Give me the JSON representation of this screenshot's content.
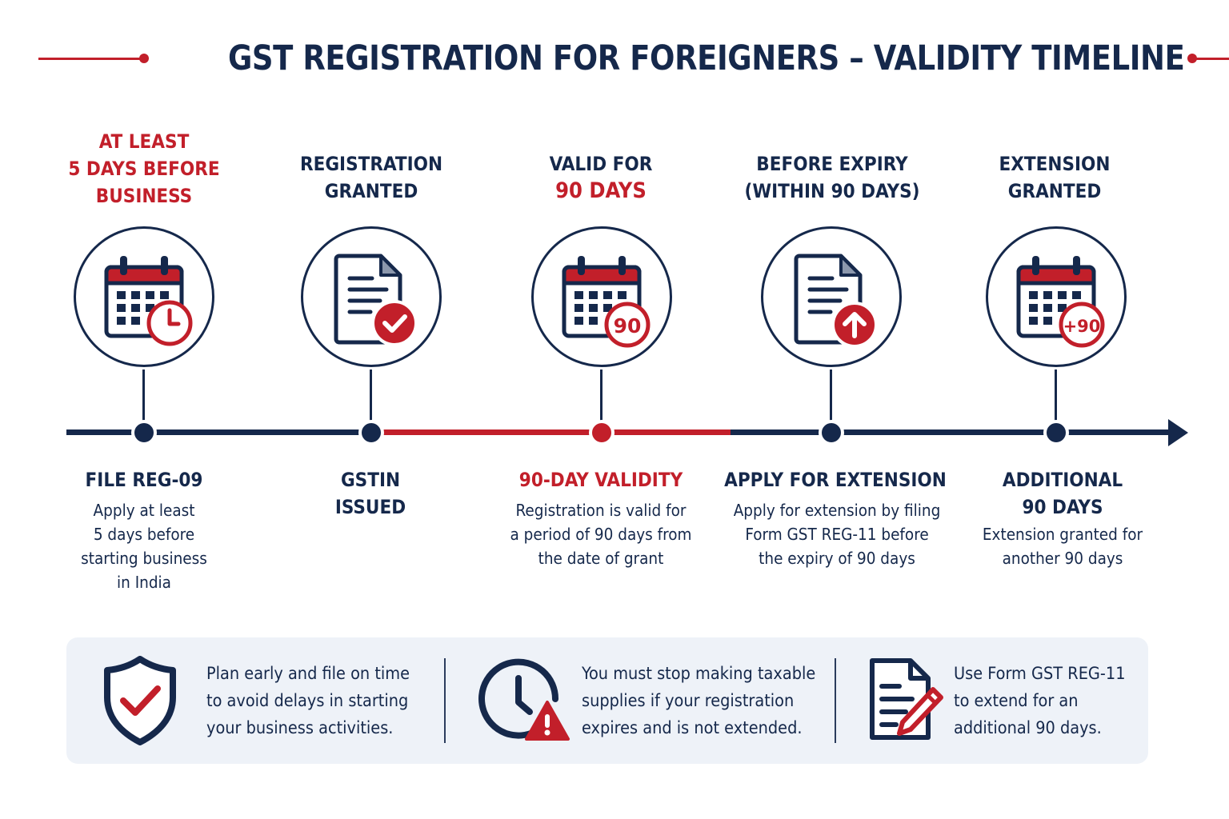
{
  "title": "GST REGISTRATION FOR FOREIGNERS – VALIDITY TIMELINE",
  "colors": {
    "navy": "#15284b",
    "red": "#c21f2a",
    "panel": "#eef2f8"
  },
  "steps": [
    {
      "top_lines": [
        "AT LEAST",
        "5 DAYS BEFORE",
        "BUSINESS"
      ],
      "icon": "calendar-clock-icon",
      "label": "FILE REG-09",
      "desc": [
        "Apply at least",
        "5 days before",
        "starting business",
        "in India"
      ]
    },
    {
      "top_lines": [
        "REGISTRATION",
        "GRANTED"
      ],
      "icon": "document-check-icon",
      "label": "GSTIN",
      "label2": "ISSUED"
    },
    {
      "top_lines": [
        "VALID FOR",
        "90 DAYS"
      ],
      "icon": "calendar-90-icon",
      "badge": "90",
      "label": "90-DAY VALIDITY",
      "desc": [
        "Registration is valid for",
        "a period of 90 days from",
        "the date of grant"
      ]
    },
    {
      "top_lines": [
        "BEFORE EXPIRY",
        "(WITHIN 90 DAYS)"
      ],
      "icon": "document-upload-icon",
      "label": "APPLY FOR EXTENSION",
      "desc": [
        "Apply for extension by filing",
        "Form GST REG-11 before",
        "the expiry of 90 days"
      ]
    },
    {
      "top_lines": [
        "EXTENSION",
        "GRANTED"
      ],
      "icon": "calendar-plus90-icon",
      "badge": "+90",
      "label": "ADDITIONAL",
      "label2": "90 DAYS",
      "desc": [
        "Extension granted for",
        "another 90 days"
      ]
    }
  ],
  "tips": [
    {
      "icon": "shield-check-icon",
      "lines": [
        "Plan early and file on time",
        "to avoid delays in starting",
        "your business activities."
      ]
    },
    {
      "icon": "clock-warning-icon",
      "lines": [
        "You must stop making taxable",
        "supplies if your registration",
        "expires and is not extended."
      ]
    },
    {
      "icon": "document-pen-icon",
      "lines": [
        "Use Form GST REG-11",
        "to extend for an",
        "additional 90 days."
      ]
    }
  ]
}
